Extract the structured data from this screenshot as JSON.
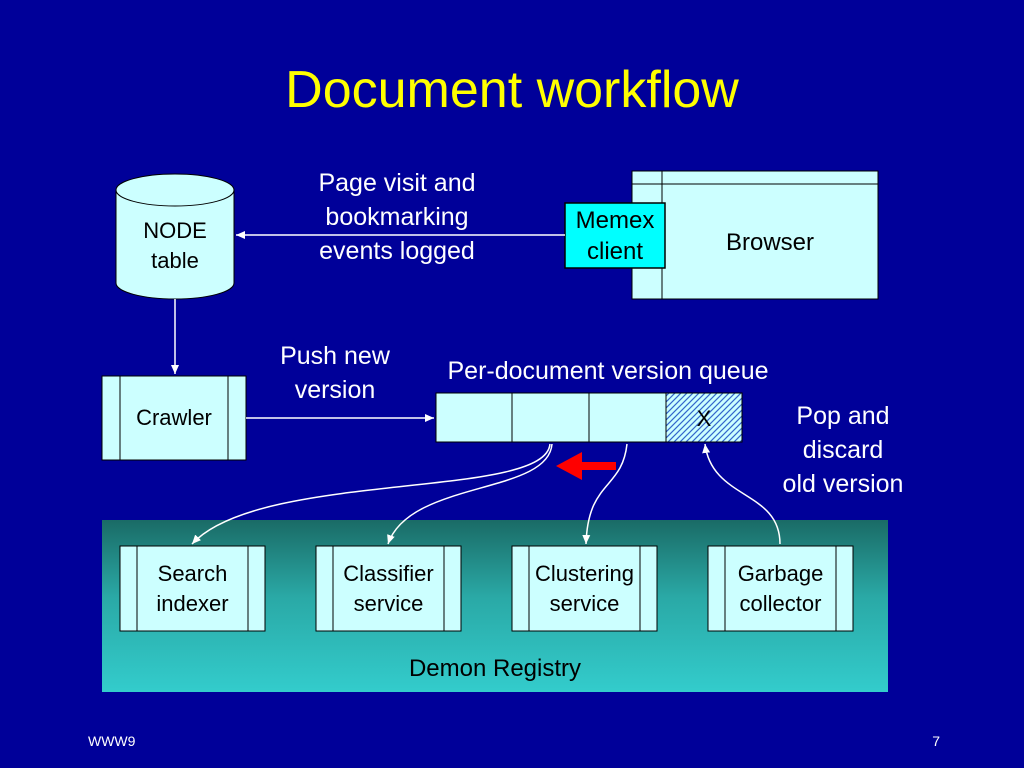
{
  "slide": {
    "title": "Document workflow",
    "footer_left": "WWW9",
    "page_number": "7"
  },
  "diagram": {
    "node_table": "NODE\ntable",
    "browser": "Browser",
    "memex_client": "Memex\nclient",
    "log_label": "Page visit and\nbookmarking\nevents logged",
    "crawler": "Crawler",
    "push_label": "Push new\nversion",
    "queue_label": "Per-document version queue",
    "queue_discard_mark": "X",
    "pop_label": "Pop and\ndiscard\nold version",
    "registry_label": "Demon Registry",
    "demons": [
      "Search\nindexer",
      "Classifier\nservice",
      "Clustering\nservice",
      "Garbage\ncollector"
    ]
  },
  "colors": {
    "background": "#000099",
    "title": "#ffff00",
    "box_fill": "#ccffff",
    "memex_fill": "#00ffff",
    "registry_top": "#1a6b66",
    "registry_bottom": "#33cccc",
    "arrow_red": "#ff0000"
  }
}
